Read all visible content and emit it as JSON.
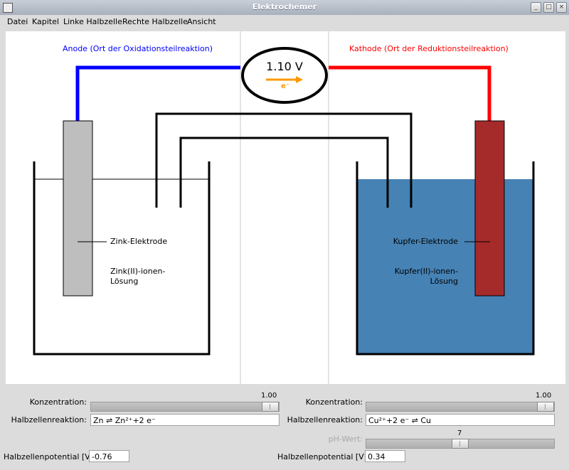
{
  "window": {
    "title": "Elektrochemer"
  },
  "menu": [
    "Datei",
    "Kapitel",
    "Linke Halbzelle",
    "Rechte Halbzelle",
    "Ansicht"
  ],
  "colors": {
    "anode": "#0000ff",
    "cathode": "#ff0000",
    "electron": "#ff9900",
    "solution": "#4682b4",
    "copper": "#a52a2a",
    "zinc": "#bebebe"
  },
  "diagram": {
    "anode_label": "Anode (Ort der Oxidationsteilreaktion)",
    "cathode_label": "Kathode (Ort der Reduktionsteilreaktion)",
    "voltage": "1.10 V",
    "electron": "e⁻",
    "left_electrode": "Zink-Elektrode",
    "left_solution": [
      "Zink(II)-ionen-",
      "Lösung"
    ],
    "right_electrode": "Kupfer-Elektrode",
    "right_solution": [
      "Kupfer(II)-ionen-",
      "Lösung"
    ]
  },
  "left_panel": {
    "concentration_label": "Konzentration:",
    "concentration_value": "1.00",
    "concentration_fraction": 1.0,
    "reaction_label": "Halbzellenreaktion:",
    "reaction": "Zn ⇌  Zn²⁺+2 e⁻",
    "potential_label": "Halbzellenpotential [V]:",
    "potential": "-0.76"
  },
  "right_panel": {
    "concentration_label": "Konzentration:",
    "concentration_value": "1.00",
    "concentration_fraction": 1.0,
    "reaction_label": "Halbzellenreaktion:",
    "reaction": "Cu²⁺+2 e⁻ ⇌  Cu",
    "ph_label": "pH-Wert:",
    "ph_value": "7",
    "ph_fraction": 0.5,
    "potential_label": "Halbzellenpotential [V]:",
    "potential": "0.34"
  }
}
